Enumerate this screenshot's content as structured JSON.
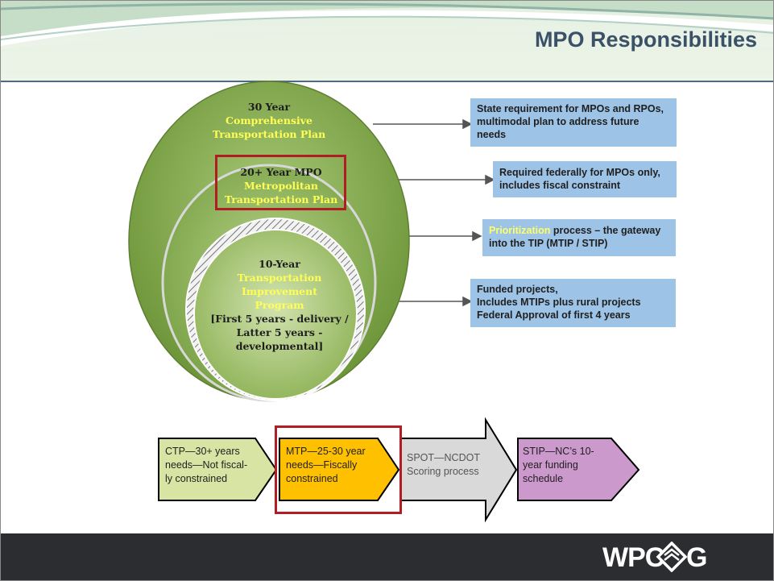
{
  "slide": {
    "title": "MPO Responsibilities"
  },
  "circles": {
    "outer": {
      "line1": "30 Year",
      "line2": "Comprehensive",
      "line3": "Transportation Plan"
    },
    "middle": {
      "line1": "20+ Year MPO",
      "line2": "Metropolitan",
      "line3": "Transportation Plan"
    },
    "inner": {
      "line1": "10-Year",
      "line2": "Transportation",
      "line3": "Improvement",
      "line4": "Program",
      "line5": "[First 5 years - delivery /",
      "line6": "Latter 5 years - developmental]"
    }
  },
  "callouts": [
    {
      "lines": [
        "State requirement for MPOs and RPOs,",
        "multimodal plan to address future",
        "needs"
      ]
    },
    {
      "lines": [
        "Required federally for MPOs only,",
        "includes fiscal constraint"
      ]
    },
    {
      "highlight": "Prioritization",
      "rest": " process – the gateway",
      "line2": "into the TIP (MTIP / STIP)"
    },
    {
      "lines": [
        "Funded projects,",
        "Includes MTIPs plus rural projects",
        "Federal Approval of first 4 years"
      ]
    }
  ],
  "flow": [
    {
      "lines": [
        "CTP—30+ years",
        "needs—Not fiscal-",
        "ly constrained"
      ],
      "color": "#d7e4a4"
    },
    {
      "lines": [
        "MTP—25-30 year",
        "needs—Fiscally",
        "constrained"
      ],
      "color": "#ffc000"
    },
    {
      "lines": [
        "SPOT—NCDOT",
        "Scoring process"
      ],
      "color": "#d9d9d9"
    },
    {
      "lines": [
        "STIP—NC’s 10-",
        "year funding",
        "schedule"
      ],
      "color": "#cc99cc"
    }
  ],
  "footer": {
    "logo_text": "WPCOG"
  },
  "colors": {
    "title": "#3b5167",
    "callout_fill": "#9dc3e6",
    "highlight_red": "#b01e23",
    "footer": "#2c2d31"
  }
}
